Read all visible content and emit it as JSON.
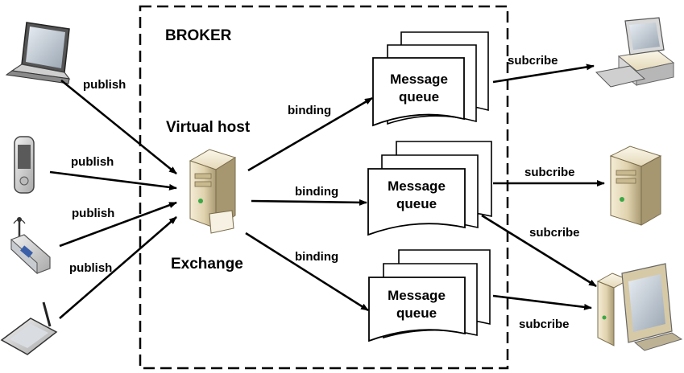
{
  "broker": {
    "title": "BROKER"
  },
  "exchange": {
    "virtual_host_label": "Virtual host",
    "label": "Exchange"
  },
  "publishers": [
    {
      "icon": "laptop-icon",
      "label": "publish"
    },
    {
      "icon": "pda-icon",
      "label": "publish"
    },
    {
      "icon": "router-icon",
      "label": "publish"
    },
    {
      "icon": "tablet-icon",
      "label": "publish"
    }
  ],
  "bindings": [
    {
      "label": "binding"
    },
    {
      "label": "binding"
    },
    {
      "label": "binding"
    }
  ],
  "queues": [
    {
      "line1": "Message",
      "line2": "queue"
    },
    {
      "line1": "Message",
      "line2": "queue"
    },
    {
      "line1": "Message",
      "line2": "queue"
    }
  ],
  "subscribers": [
    {
      "icon": "desktop-computer-icon",
      "label": "subcribe"
    },
    {
      "icon": "server-icon",
      "label": "subcribe"
    },
    {
      "icon": "workstation-icon",
      "label": "subcribe"
    },
    {
      "label": "subcribe"
    }
  ]
}
